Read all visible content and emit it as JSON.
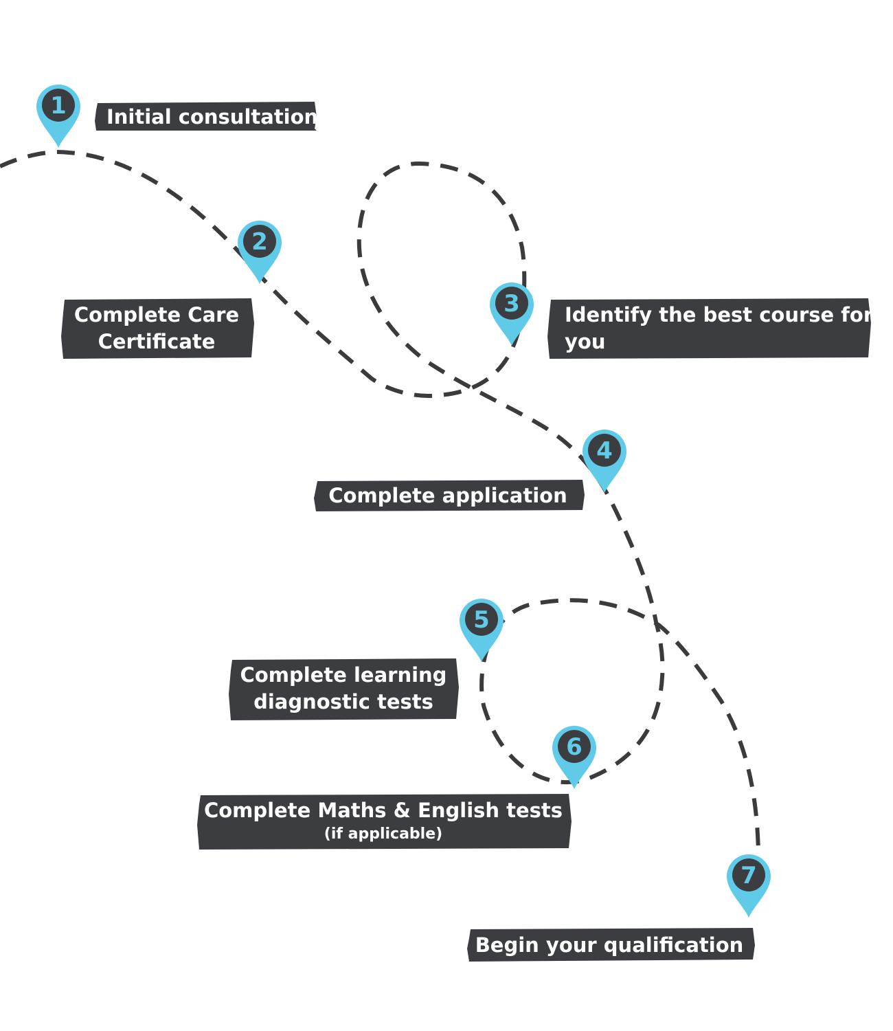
{
  "accent_color": "#5fcbe8",
  "label_color": "#3c3d40",
  "path_color": "#3b3b3d",
  "steps": [
    {
      "number": "1",
      "label": "Initial consultation",
      "icon": "map-pin-icon"
    },
    {
      "number": "2",
      "label_line1": "Complete Care",
      "label_line2": "Certificate",
      "icon": "map-pin-icon"
    },
    {
      "number": "3",
      "label_line1": "Identify the best course for",
      "label_line2": "you",
      "icon": "map-pin-icon"
    },
    {
      "number": "4",
      "label": "Complete application",
      "icon": "map-pin-icon"
    },
    {
      "number": "5",
      "label_line1": "Complete learning",
      "label_line2": "diagnostic tests",
      "icon": "map-pin-icon"
    },
    {
      "number": "6",
      "label": "Complete Maths & English tests",
      "sublabel": "(if applicable)",
      "icon": "map-pin-icon"
    },
    {
      "number": "7",
      "label": "Begin your qualification",
      "icon": "map-pin-icon"
    }
  ]
}
